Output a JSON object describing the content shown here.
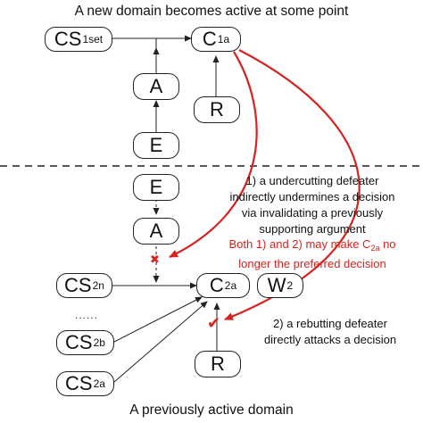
{
  "titles": {
    "top": "A new domain becomes active at some point",
    "bottom": "A previously active domain"
  },
  "nodes": {
    "cs1set": {
      "main": "CS",
      "sub": "1set"
    },
    "c1a": {
      "main": "C",
      "sub": "1a"
    },
    "a_top": {
      "main": "A"
    },
    "r_top": {
      "main": "R"
    },
    "e_top": {
      "main": "E"
    },
    "e_bot": {
      "main": "E"
    },
    "a_bot": {
      "main": "A"
    },
    "cs2n": {
      "main": "CS",
      "sub": "2n"
    },
    "c2a": {
      "main": "C",
      "sub": "2a"
    },
    "w2": {
      "main": "W",
      "sub": "2"
    },
    "cs2b": {
      "main": "CS",
      "sub": "2b"
    },
    "cs2a": {
      "main": "CS",
      "sub": "2a"
    },
    "r_bot": {
      "main": "R"
    }
  },
  "notes": {
    "undercut": [
      "1) a undercutting defeater",
      "indirectly undermines a decision",
      "via invalidating a previously",
      "supporting argument"
    ],
    "both_line1_pre": "Both 1) and 2) may make C",
    "both_line1_sub": "2a",
    "both_line1_post": " no",
    "both_line2": "longer the preferred decision",
    "rebut": [
      "2) a rebutting defeater",
      "directly attacks a decision"
    ],
    "ellipsis": "......",
    "cross_mark": "✖",
    "check_mark": "✔"
  },
  "colors": {
    "defeater": "#d6231f",
    "edge": "#222222"
  }
}
